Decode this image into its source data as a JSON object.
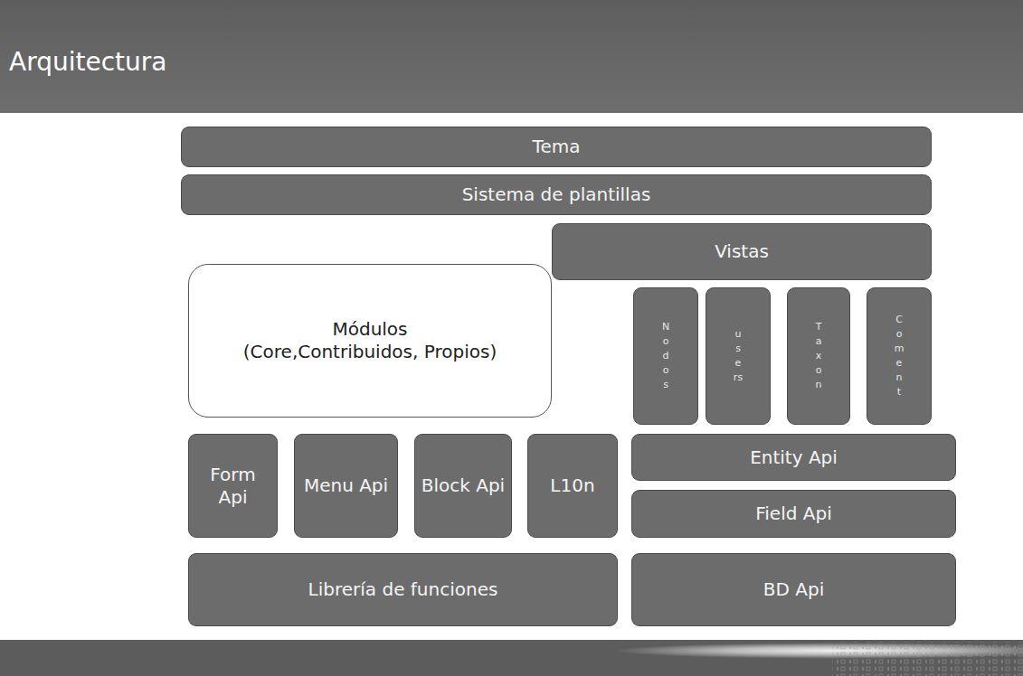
{
  "diagram": {
    "title": "Arquitectura",
    "nodes": [
      {
        "text": [
          "Tema"
        ]
      },
      {
        "text": [
          "Sistema de plantillas"
        ]
      },
      {
        "text": [
          "Vistas"
        ]
      },
      {
        "text": [
          "Módulos",
          "(Core,Contribuidos, Propios)"
        ]
      },
      {
        "text": [
          "Nodos"
        ]
      },
      {
        "text": [
          "users"
        ]
      },
      {
        "text": [
          "Taxon"
        ]
      },
      {
        "text": [
          "Coment"
        ]
      },
      {
        "text": [
          "Form Api"
        ]
      },
      {
        "text": [
          "Menu Api"
        ]
      },
      {
        "text": [
          "Block Api"
        ]
      },
      {
        "text": [
          "L10n"
        ]
      },
      {
        "text": [
          "Entity Api"
        ]
      },
      {
        "text": [
          "Field Api"
        ]
      },
      {
        "text": [
          "Librería de funciones"
        ]
      },
      {
        "text": [
          "BD Api"
        ]
      }
    ]
  }
}
